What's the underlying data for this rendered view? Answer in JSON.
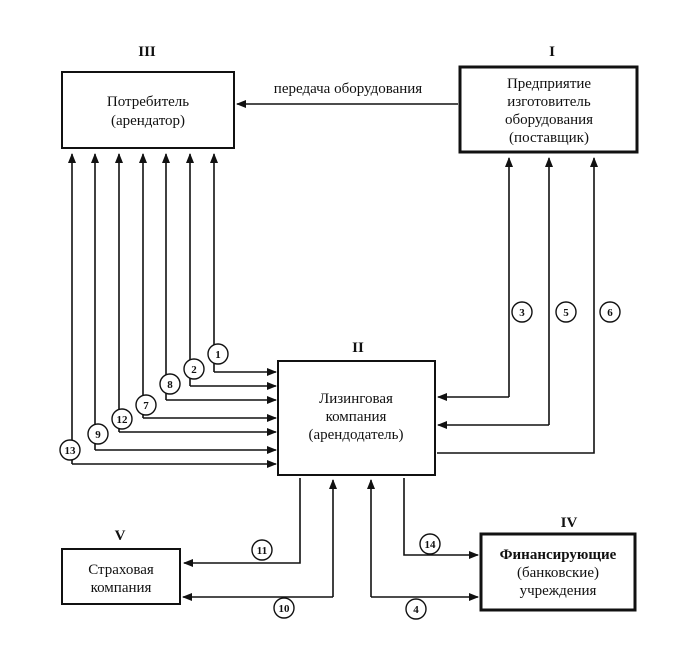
{
  "nodes": {
    "consumer": {
      "roman": "III",
      "lines": [
        "Потребитель",
        "(арендатор)"
      ]
    },
    "manufacturer": {
      "roman": "I",
      "lines": [
        "Предприятие",
        "изготовитель",
        "оборудования",
        "(поставщик)"
      ]
    },
    "leasing": {
      "roman": "II",
      "lines": [
        "Лизинговая",
        "компания",
        "(арендодатель)"
      ]
    },
    "insurance": {
      "roman": "V",
      "lines": [
        "Страховая",
        "компания"
      ]
    },
    "financing": {
      "roman": "IV",
      "lines": [
        "Финансирующие",
        "(банковские)",
        "учреждения"
      ]
    }
  },
  "edge_label": "передача оборудования",
  "flow_numbers": {
    "n1": "1",
    "n2": "2",
    "n3": "3",
    "n4": "4",
    "n5": "5",
    "n6": "6",
    "n7": "7",
    "n8": "8",
    "n9": "9",
    "n10": "10",
    "n11": "11",
    "n12": "12",
    "n13": "13",
    "n14": "14"
  }
}
